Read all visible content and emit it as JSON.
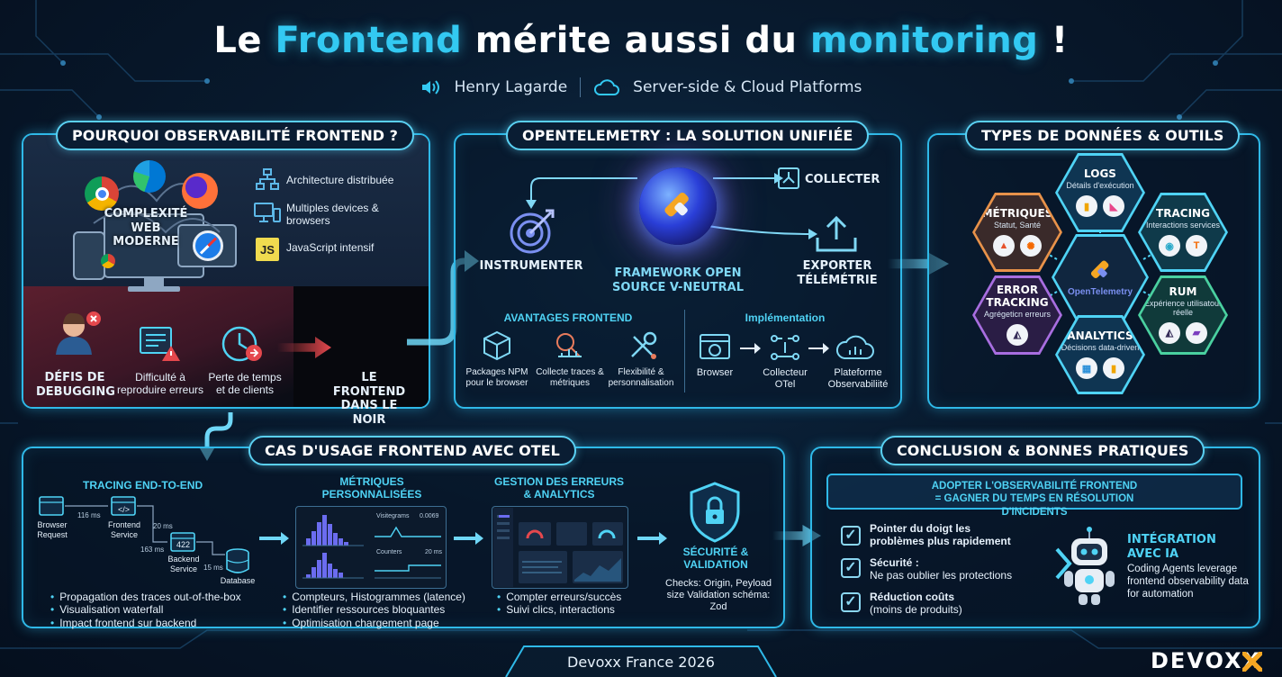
{
  "title": {
    "part1": "Le ",
    "hl1": "Frontend",
    "part2": " mérite aussi du ",
    "hl2": "monitoring",
    "part3": " !"
  },
  "speaker": "Henry Lagarde",
  "track": "Server-side & Cloud Platforms",
  "footer": {
    "event": "Devoxx France 2026",
    "logo": "DEVOXX"
  },
  "why": {
    "title": "POURQUOI OBSERVABILITÉ FRONTEND ?",
    "complexity": "COMPLEXITÉ WEB MODERNE",
    "items": [
      "Architecture distribuée",
      "Multiples devices & browsers",
      "JavaScript intensif"
    ],
    "js_badge": "JS",
    "challenges": [
      {
        "label": "DÉFIS DE DEBUGGING"
      },
      {
        "label": "Difficulté à reproduire erreurs"
      },
      {
        "label": "Perte de temps et de clients"
      }
    ],
    "dark": "LE FRONTEND DANS LE NOIR"
  },
  "otel": {
    "title": "OPENTELEMETRY : LA SOLUTION UNIFIÉE",
    "instrument": "INSTRUMENTER",
    "framework": "FRAMEWORK OPEN SOURCE V-NEUTRAL",
    "collect": "COLLECTER",
    "export": "EXPORTER TÉLÉMÉTRIE",
    "adv_title": "AVANTAGES FRONTEND",
    "adv": [
      "Packages NPM pour le browser",
      "Collecte traces & métriques",
      "Flexibilité & personnalisation"
    ],
    "impl_title": "Implémentation",
    "impl": [
      "Browser",
      "Collecteur OTel",
      "Plateforme Observabiliité"
    ]
  },
  "types": {
    "title": "TYPES DE DONNÉES & OUTILS",
    "center": "OpenTelemetry",
    "logs": {
      "t": "LOGS",
      "s": "Détails d'exécution"
    },
    "metrics": {
      "t": "MÉTRIQUES",
      "s": "Statut, Santé"
    },
    "tracing": {
      "t": "TRACING",
      "s": "Interactions services"
    },
    "errors": {
      "t": "ERROR TRACKING",
      "s": "Agrégeticn erreurs"
    },
    "rum": {
      "t": "RUM",
      "s": "Expérience utilisatour réelle"
    },
    "analytics": {
      "t": "ANALYTICS",
      "s": "Décisions data-driven"
    }
  },
  "usecases": {
    "title": "CAS D'USAGE FRONTEND AVEC OTEL",
    "tracing_title": "TRACING END-TO-END",
    "nodes": [
      "Browser Request",
      "Frontend Service",
      "Backend Service",
      "Database"
    ],
    "latencies": [
      "116 ms",
      "20 ms",
      "163 ms",
      "15 ms"
    ],
    "backend_code": "422",
    "tracing_bullets": [
      "Propagation des traces out-of-the-box",
      "Visualisation waterfall",
      "Impact frontend sur backend"
    ],
    "metrics_title": "MÉTRIQUES PERSONNALISÉES",
    "metrics_panel1": "Visitegrams",
    "metrics_panel1_val": "0.0069",
    "metrics_panel2": "Counters",
    "metrics_panel2_val": "20 ms",
    "metrics_bullets": [
      "Compteurs, Histogrammes (latence)",
      "Identifier ressources bloquantes",
      "Optimisation chargement page"
    ],
    "errors_title": "GESTION DES ERREURS & ANALYTICS",
    "errors_bullets": [
      "Compter erreurs/succès",
      "Suivi clics, interactions"
    ],
    "security_title": "SÉCURITÉ & VALIDATION",
    "security_text": "Checks: Origin, Peyload size Validation schéma: Zod"
  },
  "conclusion": {
    "title": "CONCLUSION & BONNES PRATIQUES",
    "banner": "ADOPTER L'OBSERVABILITÉ FRONTEND = GAGNER DU TEMPS EN RÉSOLUTION D'INCIDENTS",
    "checks": [
      {
        "t": "Pointer du doigt les problèmes plus rapidement",
        "s": ""
      },
      {
        "t": "Sécurité :",
        "s": "Ne pas oublier les protections"
      },
      {
        "t": "Réduction coûts",
        "s": "(moins de produits)"
      }
    ],
    "ai_title": "INTÉGRATION AVEC IA",
    "ai_text": "Coding Agents leverage frontend observability data for automation"
  },
  "colors": {
    "accent": "#33c9f2",
    "panel_border": "#2fb9e8",
    "alert": "#e5484d"
  }
}
